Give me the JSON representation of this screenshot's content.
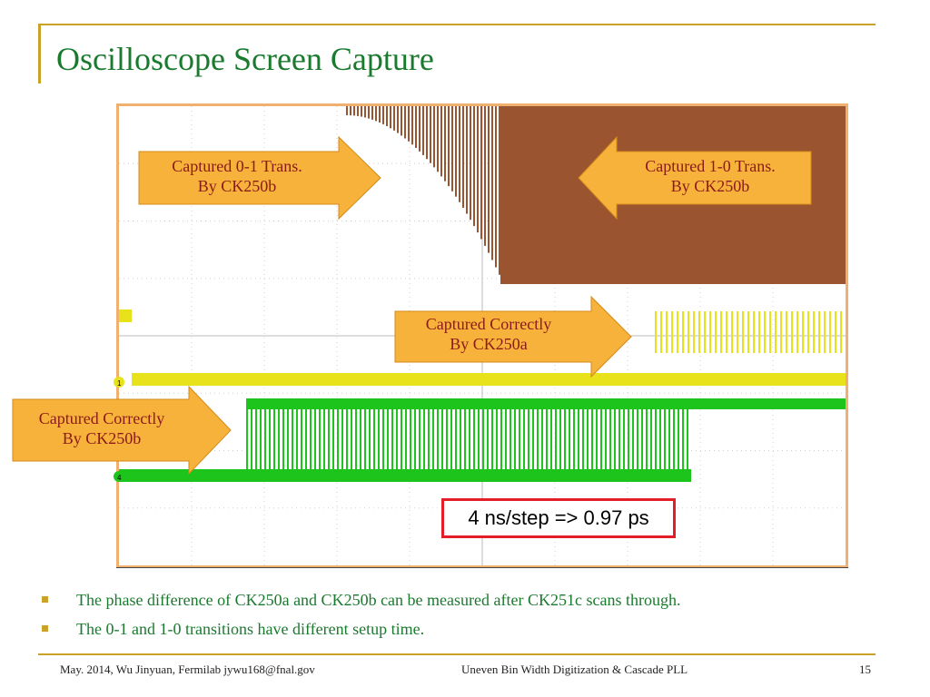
{
  "slide": {
    "title": "Oscilloscope Screen Capture",
    "callouts": {
      "c01": [
        "Captured 0-1 Trans.",
        "By CK250b"
      ],
      "c10": [
        "Captured 1-0 Trans.",
        "By CK250b"
      ],
      "ca": [
        "Captured Correctly",
        "By CK250a"
      ],
      "cb": [
        "Captured Correctly",
        "By CK250b"
      ]
    },
    "note": "4 ns/step => 0.97 ps",
    "channel_markers": [
      "1",
      "4"
    ],
    "bullets": [
      "The phase difference of CK250a and CK250b can be measured after CK251c scans through.",
      "The 0-1 and 1-0 transitions have different setup time."
    ],
    "footer": {
      "left": "May. 2014, Wu Jinyuan, Fermilab jywu168@fnal.gov",
      "center": "Uneven Bin Width Digitization & Cascade PLL",
      "page": "15"
    },
    "colors": {
      "title": "#1a7a2e",
      "accent": "#c9a227",
      "trace_brown": "#9a5530",
      "trace_yellow": "#e8e21a",
      "trace_green": "#1cc41c",
      "callout_fill": "#f6b23a",
      "note_border": "#e41e26"
    }
  }
}
